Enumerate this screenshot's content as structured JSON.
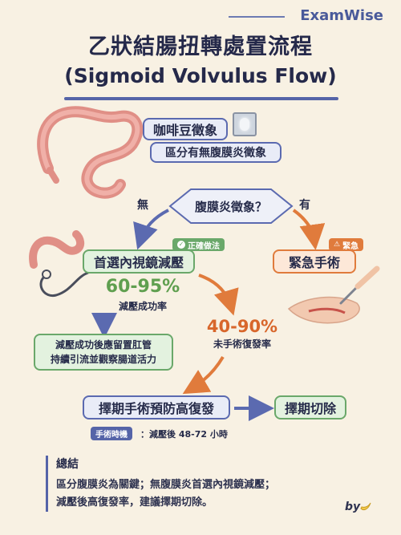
{
  "brand": "ExamWise",
  "title": "乙狀結腸扭轉處置流程",
  "subtitle": "(Sigmoid Volvulus Flow)",
  "coffee_bean": "咖啡豆徵象",
  "peritonitis_sign": "區分有無腹膜炎徵象",
  "decision": "腹膜炎徵象？",
  "no_label": "無",
  "yes_label": "有",
  "endoscopic": "首選內視鏡減壓",
  "correct_tag": "正確做法",
  "emergency": "緊急手術",
  "urgent_tag": "緊急",
  "success_rate": "60-95%",
  "success_label": "減壓成功率",
  "recurrence_rate": "40-90%",
  "recurrence_label": "未手術復發率",
  "after_success": [
    "減壓成功後應留置肛管",
    "持續引流並觀察腸道活力"
  ],
  "elective_prevent": "擇期手術預防高復發",
  "elective_resection": "擇期切除",
  "timing_tag": "手術時機",
  "timing_text": "：減壓後 48-72 小時",
  "summary_title": "總結",
  "summary_lines": [
    "區分腹膜炎為關鍵；無腹膜炎首選內視鏡減壓；",
    "減壓後高復發率，建議擇期切除。"
  ],
  "byline": "by",
  "colors": {
    "background": "#f8f1e3",
    "primary": "#5564a8",
    "green": "#6aa86a",
    "orange": "#e07b3c"
  }
}
